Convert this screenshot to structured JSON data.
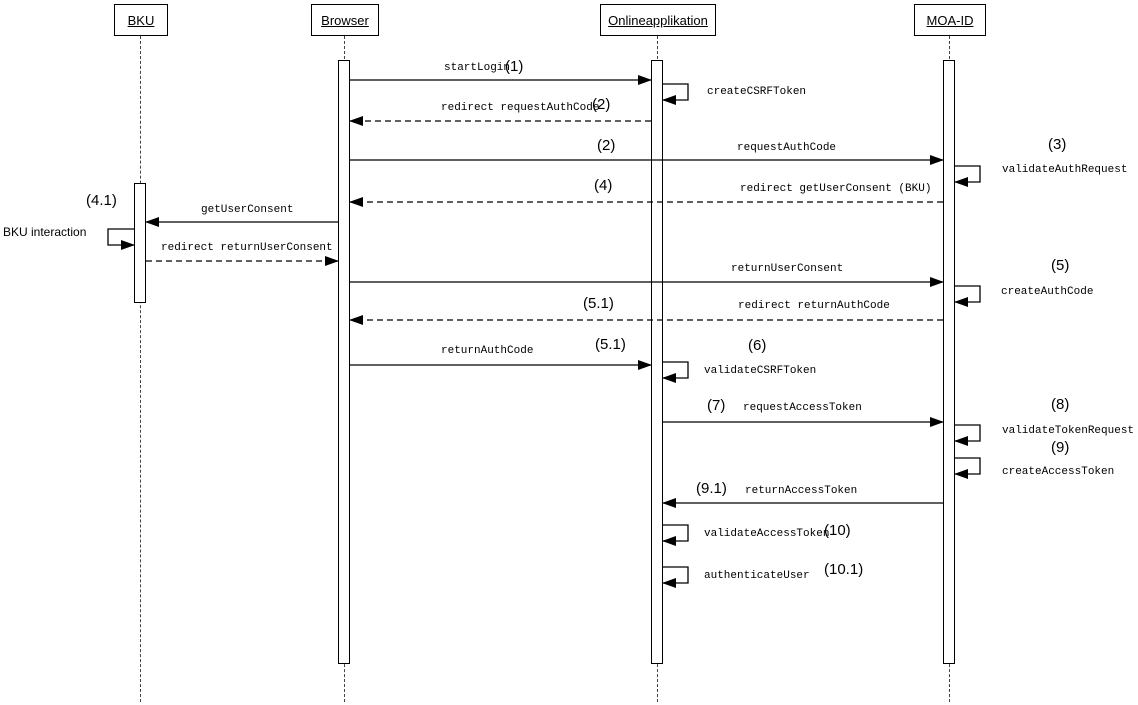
{
  "participants": [
    {
      "name": "BKU"
    },
    {
      "name": "Browser"
    },
    {
      "name": "Onlineapplikation"
    },
    {
      "name": "MOA-ID"
    }
  ],
  "messages": [
    {
      "label": "startLogin",
      "num": "(1)"
    },
    {
      "label": "createCSRFToken",
      "num": ""
    },
    {
      "label": "redirect requestAuthCode",
      "num": "(2)"
    },
    {
      "label": "requestAuthCode",
      "num": "(2)"
    },
    {
      "label": "validateAuthRequest",
      "num": "(3)"
    },
    {
      "label": "redirect getUserConsent (BKU)",
      "num": "(4)"
    },
    {
      "label": "getUserConsent",
      "num": "(4.1)"
    },
    {
      "label": "BKU interaction",
      "num": ""
    },
    {
      "label": "redirect returnUserConsent",
      "num": ""
    },
    {
      "label": "returnUserConsent",
      "num": "(5)"
    },
    {
      "label": "createAuthCode",
      "num": ""
    },
    {
      "label": "redirect returnAuthCode",
      "num": "(5.1)"
    },
    {
      "label": "returnAuthCode",
      "num": "(5.1)"
    },
    {
      "label": "validateCSRFToken",
      "num": "(6)"
    },
    {
      "label": "requestAccessToken",
      "num": "(7)"
    },
    {
      "label": "validateTokenRequest",
      "num": "(8)"
    },
    {
      "label": "createAccessToken",
      "num": "(9)"
    },
    {
      "label": "returnAccessToken",
      "num": "(9.1)"
    },
    {
      "label": "validateAccessToken",
      "num": "(10)"
    },
    {
      "label": "authenticateUser",
      "num": "(10.1)"
    }
  ]
}
